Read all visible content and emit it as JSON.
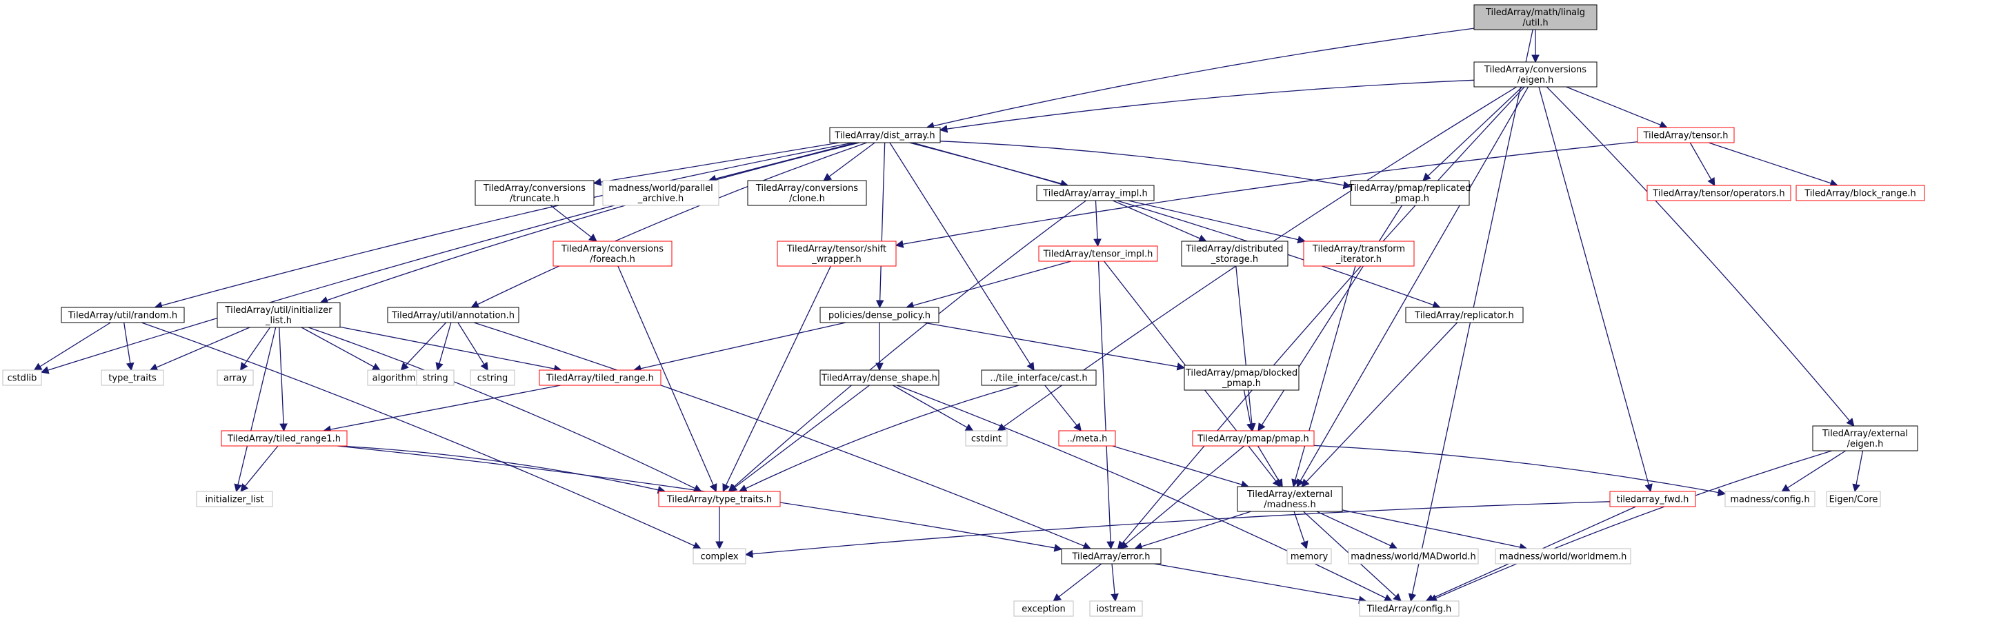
{
  "graph": {
    "nodes": [
      {
        "id": "util",
        "lines": [
          "TiledArray/math/linalg",
          "/util.h"
        ],
        "style": "root"
      },
      {
        "id": "eigen",
        "lines": [
          "TiledArray/conversions",
          "/eigen.h"
        ],
        "style": "normal"
      },
      {
        "id": "dist_array",
        "lines": [
          "TiledArray/dist_array.h"
        ],
        "style": "normal"
      },
      {
        "id": "tensor",
        "lines": [
          "TiledArray/tensor.h"
        ],
        "style": "red"
      },
      {
        "id": "tensor_ops",
        "lines": [
          "TiledArray/tensor/operators.h"
        ],
        "style": "red"
      },
      {
        "id": "block_range",
        "lines": [
          "TiledArray/block_range.h"
        ],
        "style": "red"
      },
      {
        "id": "conv_truncate",
        "lines": [
          "TiledArray/conversions",
          "/truncate.h"
        ],
        "style": "normal"
      },
      {
        "id": "parallel_archive",
        "lines": [
          "madness/world/parallel",
          "_archive.h"
        ],
        "style": "gray"
      },
      {
        "id": "conv_clone",
        "lines": [
          "TiledArray/conversions",
          "/clone.h"
        ],
        "style": "normal"
      },
      {
        "id": "array_impl",
        "lines": [
          "TiledArray/array_impl.h"
        ],
        "style": "normal"
      },
      {
        "id": "pmap_replicated",
        "lines": [
          "TiledArray/pmap/replicated",
          "_pmap.h"
        ],
        "style": "normal"
      },
      {
        "id": "conv_foreach",
        "lines": [
          "TiledArray/conversions",
          "/foreach.h"
        ],
        "style": "red"
      },
      {
        "id": "tensor_shift",
        "lines": [
          "TiledArray/tensor/shift",
          "_wrapper.h"
        ],
        "style": "red"
      },
      {
        "id": "tensor_impl",
        "lines": [
          "TiledArray/tensor_impl.h"
        ],
        "style": "red"
      },
      {
        "id": "dist_storage",
        "lines": [
          "TiledArray/distributed",
          "_storage.h"
        ],
        "style": "normal"
      },
      {
        "id": "transform_iter",
        "lines": [
          "TiledArray/transform",
          "_iterator.h"
        ],
        "style": "red"
      },
      {
        "id": "replicator",
        "lines": [
          "TiledArray/replicator.h"
        ],
        "style": "normal"
      },
      {
        "id": "util_random",
        "lines": [
          "TiledArray/util/random.h"
        ],
        "style": "normal"
      },
      {
        "id": "util_init",
        "lines": [
          "TiledArray/util/initializer",
          "_list.h"
        ],
        "style": "normal"
      },
      {
        "id": "util_annot",
        "lines": [
          "TiledArray/util/annotation.h"
        ],
        "style": "normal"
      },
      {
        "id": "dense_policy",
        "lines": [
          "policies/dense_policy.h"
        ],
        "style": "normal"
      },
      {
        "id": "cstdlib",
        "lines": [
          "cstdlib"
        ],
        "style": "gray"
      },
      {
        "id": "type_traits_std",
        "lines": [
          "type_traits"
        ],
        "style": "gray"
      },
      {
        "id": "array",
        "lines": [
          "array"
        ],
        "style": "gray"
      },
      {
        "id": "algorithm",
        "lines": [
          "algorithm"
        ],
        "style": "gray"
      },
      {
        "id": "string",
        "lines": [
          "string"
        ],
        "style": "gray"
      },
      {
        "id": "cstring",
        "lines": [
          "cstring"
        ],
        "style": "gray"
      },
      {
        "id": "tiled_range",
        "lines": [
          "TiledArray/tiled_range.h"
        ],
        "style": "red"
      },
      {
        "id": "dense_shape",
        "lines": [
          "TiledArray/dense_shape.h"
        ],
        "style": "normal"
      },
      {
        "id": "tile_cast",
        "lines": [
          "../tile_interface/cast.h"
        ],
        "style": "normal"
      },
      {
        "id": "pmap_blocked",
        "lines": [
          "TiledArray/pmap/blocked",
          "_pmap.h"
        ],
        "style": "normal"
      },
      {
        "id": "tiled_range1",
        "lines": [
          "TiledArray/tiled_range1.h"
        ],
        "style": "red"
      },
      {
        "id": "cstdint",
        "lines": [
          "cstdint"
        ],
        "style": "gray"
      },
      {
        "id": "meta",
        "lines": [
          "../meta.h"
        ],
        "style": "red"
      },
      {
        "id": "pmap",
        "lines": [
          "TiledArray/pmap/pmap.h"
        ],
        "style": "red"
      },
      {
        "id": "ext_eigen",
        "lines": [
          "TiledArray/external",
          "/eigen.h"
        ],
        "style": "normal"
      },
      {
        "id": "init_list_std",
        "lines": [
          "initializer_list"
        ],
        "style": "gray"
      },
      {
        "id": "ta_type_traits",
        "lines": [
          "TiledArray/type_traits.h"
        ],
        "style": "red"
      },
      {
        "id": "ext_madness",
        "lines": [
          "TiledArray/external",
          "/madness.h"
        ],
        "style": "normal"
      },
      {
        "id": "fwd",
        "lines": [
          "tiledarray_fwd.h"
        ],
        "style": "red"
      },
      {
        "id": "madness_config",
        "lines": [
          "madness/config.h"
        ],
        "style": "gray"
      },
      {
        "id": "eigen_core",
        "lines": [
          "Eigen/Core"
        ],
        "style": "gray"
      },
      {
        "id": "complex",
        "lines": [
          "complex"
        ],
        "style": "gray"
      },
      {
        "id": "error",
        "lines": [
          "TiledArray/error.h"
        ],
        "style": "normal"
      },
      {
        "id": "memory",
        "lines": [
          "memory"
        ],
        "style": "gray"
      },
      {
        "id": "madworld",
        "lines": [
          "madness/world/MADworld.h"
        ],
        "style": "gray"
      },
      {
        "id": "worldmem",
        "lines": [
          "madness/world/worldmem.h"
        ],
        "style": "gray"
      },
      {
        "id": "exception",
        "lines": [
          "exception"
        ],
        "style": "gray"
      },
      {
        "id": "iostream",
        "lines": [
          "iostream"
        ],
        "style": "gray"
      },
      {
        "id": "ta_config",
        "lines": [
          "TiledArray/config.h"
        ],
        "style": "gray"
      }
    ],
    "edges": [
      [
        "util",
        "eigen"
      ],
      [
        "util",
        "dist_array"
      ],
      [
        "util",
        "ta_config"
      ],
      [
        "eigen",
        "dist_array"
      ],
      [
        "eigen",
        "tensor"
      ],
      [
        "eigen",
        "pmap_replicated"
      ],
      [
        "eigen",
        "ext_eigen"
      ],
      [
        "eigen",
        "ext_madness"
      ],
      [
        "eigen",
        "fwd"
      ],
      [
        "eigen",
        "error"
      ],
      [
        "eigen",
        "cstdint"
      ],
      [
        "tensor",
        "tensor_ops"
      ],
      [
        "tensor",
        "block_range"
      ],
      [
        "tensor",
        "tensor_shift"
      ],
      [
        "dist_array",
        "conv_truncate"
      ],
      [
        "dist_array",
        "parallel_archive"
      ],
      [
        "dist_array",
        "conv_clone"
      ],
      [
        "dist_array",
        "array_impl"
      ],
      [
        "dist_array",
        "pmap_replicated"
      ],
      [
        "dist_array",
        "replicator"
      ],
      [
        "dist_array",
        "util_random"
      ],
      [
        "dist_array",
        "util_init"
      ],
      [
        "dist_array",
        "util_annot"
      ],
      [
        "dist_array",
        "dense_policy"
      ],
      [
        "dist_array",
        "tile_cast"
      ],
      [
        "dist_array",
        "cstdlib"
      ],
      [
        "conv_truncate",
        "conv_foreach"
      ],
      [
        "conv_foreach",
        "ta_type_traits"
      ],
      [
        "array_impl",
        "tensor_impl"
      ],
      [
        "array_impl",
        "dist_storage"
      ],
      [
        "array_impl",
        "transform_iter"
      ],
      [
        "array_impl",
        "ta_type_traits"
      ],
      [
        "tensor_shift",
        "ta_type_traits"
      ],
      [
        "tensor_impl",
        "dense_policy"
      ],
      [
        "tensor_impl",
        "error"
      ],
      [
        "tensor_impl",
        "ext_madness"
      ],
      [
        "dist_storage",
        "pmap"
      ],
      [
        "transform_iter",
        "ext_madness"
      ],
      [
        "pmap_replicated",
        "pmap"
      ],
      [
        "replicator",
        "ext_madness"
      ],
      [
        "util_random",
        "cstdlib"
      ],
      [
        "util_random",
        "type_traits_std"
      ],
      [
        "util_random",
        "complex"
      ],
      [
        "util_init",
        "type_traits_std"
      ],
      [
        "util_init",
        "array"
      ],
      [
        "util_init",
        "algorithm"
      ],
      [
        "util_init",
        "tiled_range"
      ],
      [
        "util_init",
        "tiled_range1"
      ],
      [
        "util_init",
        "init_list_std"
      ],
      [
        "util_init",
        "ta_type_traits"
      ],
      [
        "util_annot",
        "algorithm"
      ],
      [
        "util_annot",
        "string"
      ],
      [
        "util_annot",
        "cstring"
      ],
      [
        "util_annot",
        "error"
      ],
      [
        "dense_policy",
        "tiled_range"
      ],
      [
        "dense_policy",
        "dense_shape"
      ],
      [
        "dense_policy",
        "pmap_blocked"
      ],
      [
        "tiled_range",
        "tiled_range1"
      ],
      [
        "dense_shape",
        "cstdint"
      ],
      [
        "dense_shape",
        "ta_type_traits"
      ],
      [
        "dense_shape",
        "ta_config"
      ],
      [
        "tile_cast",
        "meta"
      ],
      [
        "tile_cast",
        "ta_type_traits"
      ],
      [
        "pmap_blocked",
        "pmap"
      ],
      [
        "tiled_range1",
        "init_list_std"
      ],
      [
        "tiled_range1",
        "ta_type_traits"
      ],
      [
        "tiled_range1",
        "error"
      ],
      [
        "meta",
        "ext_madness"
      ],
      [
        "pmap",
        "ext_madness"
      ],
      [
        "pmap",
        "error"
      ],
      [
        "pmap",
        "madness_config"
      ],
      [
        "ta_type_traits",
        "complex"
      ],
      [
        "ext_madness",
        "error"
      ],
      [
        "ext_madness",
        "memory"
      ],
      [
        "ext_madness",
        "madworld"
      ],
      [
        "ext_madness",
        "worldmem"
      ],
      [
        "ext_madness",
        "ta_config"
      ],
      [
        "ext_eigen",
        "madness_config"
      ],
      [
        "ext_eigen",
        "eigen_core"
      ],
      [
        "ext_eigen",
        "ta_config"
      ],
      [
        "fwd",
        "complex"
      ],
      [
        "fwd",
        "ta_config"
      ],
      [
        "error",
        "exception"
      ],
      [
        "error",
        "iostream"
      ],
      [
        "error",
        "ta_config"
      ]
    ]
  }
}
